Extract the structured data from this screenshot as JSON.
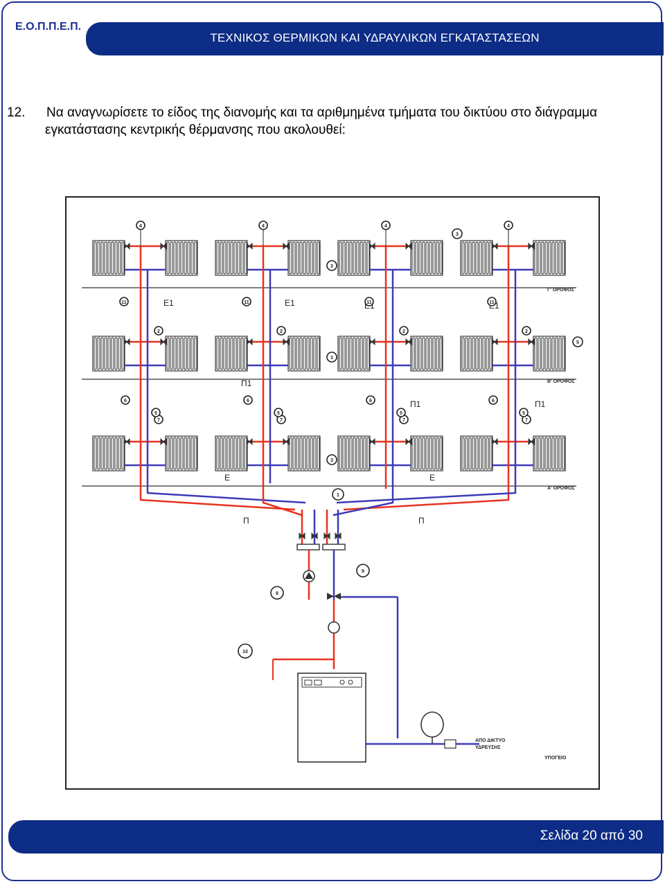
{
  "header": {
    "org": "Ε.Ο.Π.Π.Ε.Π.",
    "title": "ΤΕΧΝΙΚΟΣ ΘΕΡΜΙΚΩΝ ΚΑΙ ΥΔΡΑΥΛΙΚΩΝ ΕΓΚΑΤΑΣΤΑΣΕΩΝ"
  },
  "question": {
    "number": "12.",
    "line1": "Να αναγνωρίσετε το είδος της διανομής και τα αριθμημένα τμήματα του δικτύου στο διάγραμμα",
    "line2": "εγκατάστασης κεντρικής θέρμανσης που ακολουθεί:"
  },
  "diagram": {
    "floor_labels": [
      "Γ' ΟΡΟΦΟΣ",
      "Β' ΟΡΟΦΟΣ",
      "Α' ΟΡΟΦΟΣ",
      "ΥΠΟΓΕΙΟ"
    ],
    "water_supply_label": [
      "ΑΠΟ ΔΙΚΤΥΟ",
      "ΥΔΡΕΥΣΗΣ"
    ],
    "component_numbers": [
      "1",
      "2",
      "3",
      "4",
      "5",
      "6",
      "7",
      "8",
      "9",
      "10",
      "11"
    ],
    "pipe_labels": {
      "E": "Ε",
      "E1": "Ε1",
      "P": "Π",
      "P1": "Π1"
    },
    "colors": {
      "supply": "#e8321f",
      "return": "#3c3ab8",
      "frame": "#222222",
      "accent": "#0d2c86"
    }
  },
  "footer": {
    "page": "Σελίδα 20 από 30"
  }
}
